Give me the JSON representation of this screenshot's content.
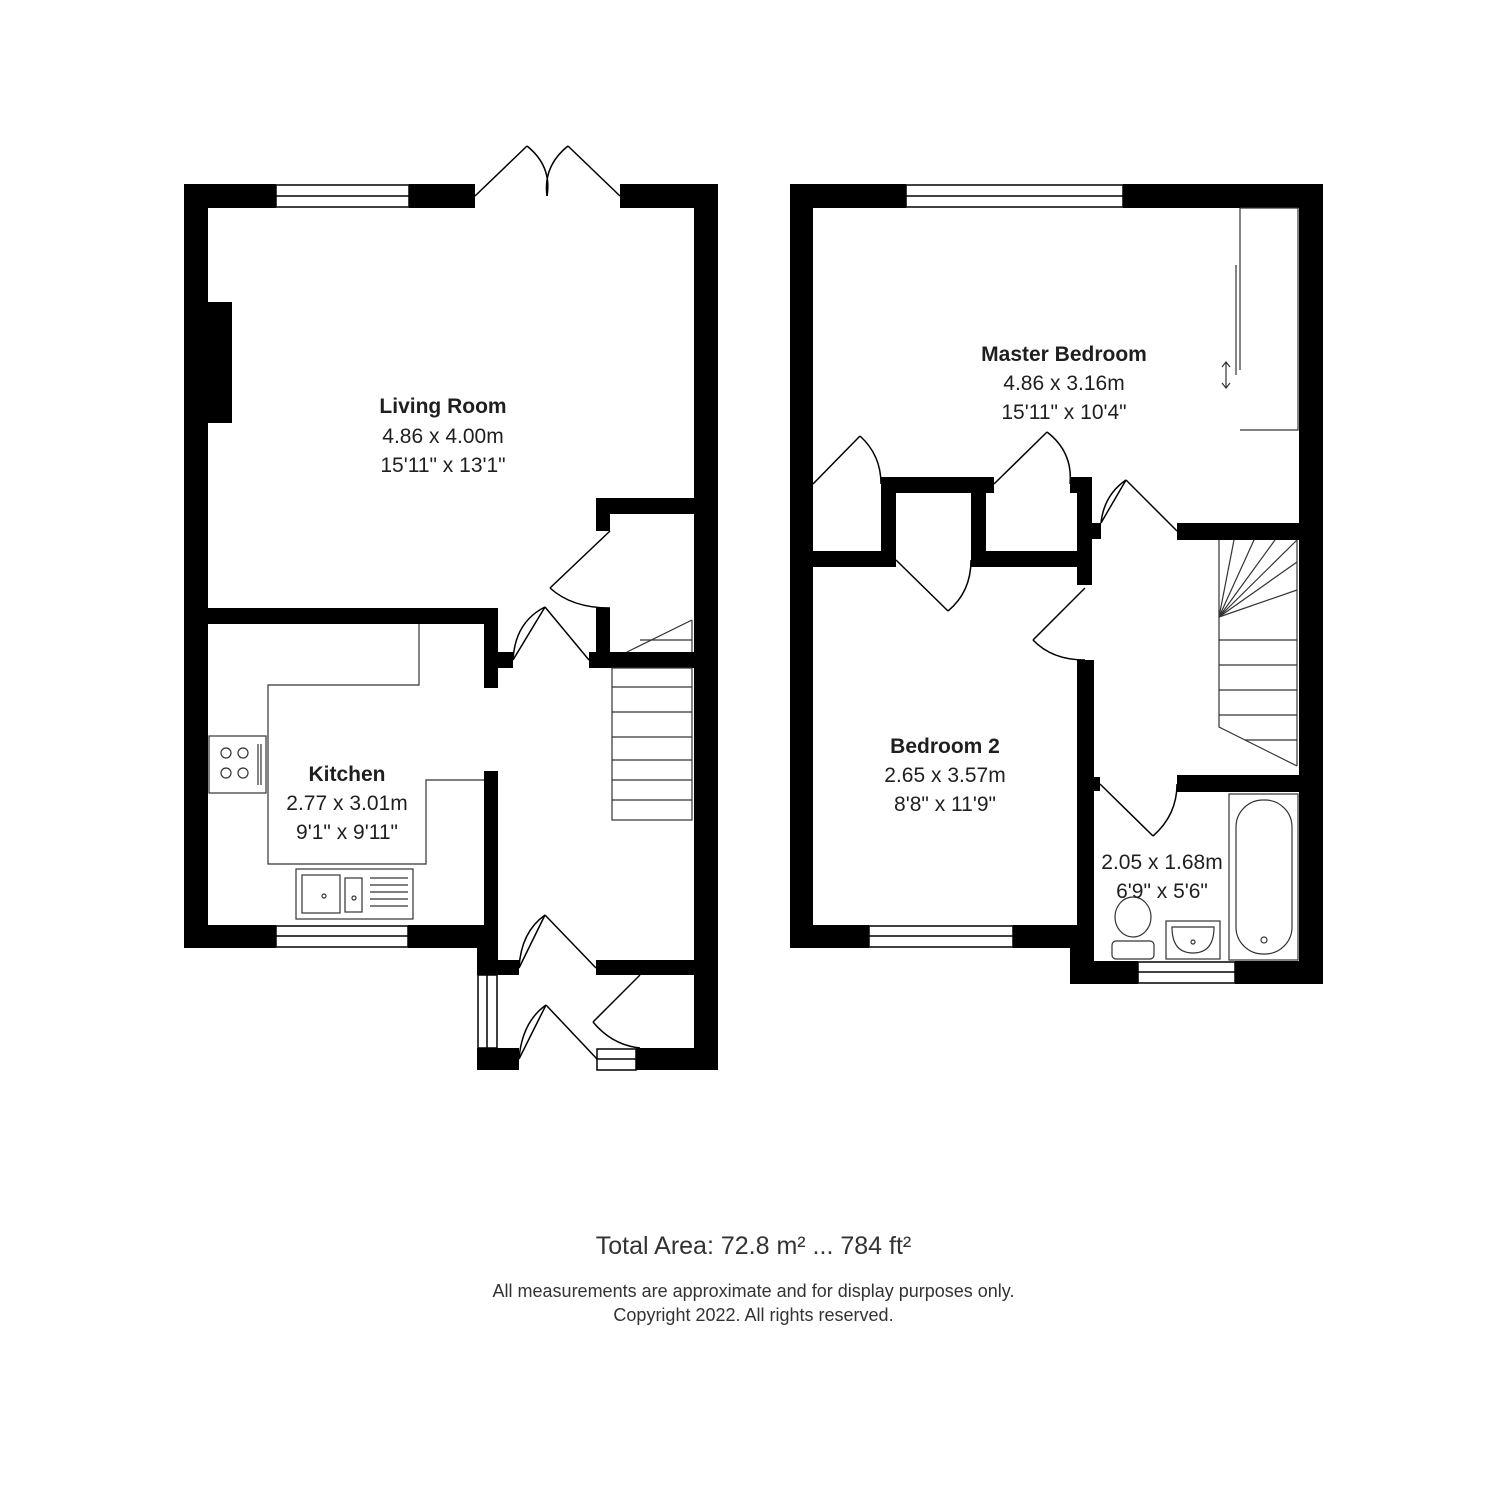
{
  "ground_floor": {
    "rooms": [
      {
        "name": "Living Room",
        "metric": "4.86 x 4.00m",
        "imperial": "15'11\" x 13'1\""
      },
      {
        "name": "Kitchen",
        "metric": "2.77 x 3.01m",
        "imperial": "9'1\" x 9'11\""
      }
    ]
  },
  "first_floor": {
    "rooms": [
      {
        "name": "Master Bedroom",
        "metric": "4.86 x 3.16m",
        "imperial": "15'11\" x 10'4\""
      },
      {
        "name": "Bedroom 2",
        "metric": "2.65 x 3.57m",
        "imperial": "8'8\" x 11'9\""
      },
      {
        "name": "",
        "metric": "2.05 x 1.68m",
        "imperial": "6'9\" x 5'6\""
      }
    ]
  },
  "footer": {
    "total_area": "Total Area: 72.8 m² ... 784 ft²",
    "disclaimer_line1": "All measurements are approximate and for display purposes only.",
    "disclaimer_line2": "Copyright 2022. All rights reserved."
  },
  "colors": {
    "wall": "#000000",
    "fixture": "#333333",
    "background": "#ffffff"
  }
}
